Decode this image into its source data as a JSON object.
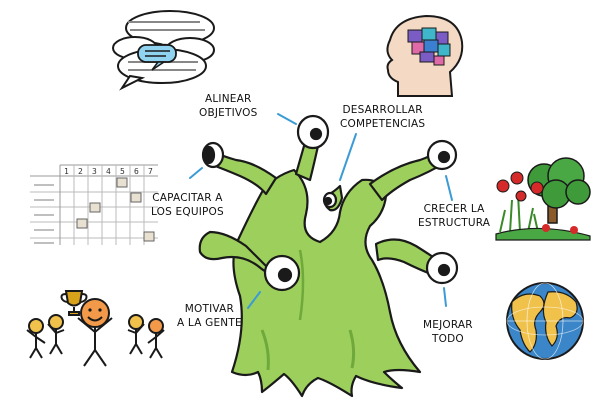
{
  "labels": {
    "align": {
      "line1": "ALINEAR",
      "line2": "OBJETIVOS"
    },
    "develop": {
      "line1": "DESARROLLAR",
      "line2": "COMPETENCIAS"
    },
    "train": {
      "line1": "CAPACITAR A",
      "line2": "LOS EQUIPOS"
    },
    "grow": {
      "line1": "CRECER LA",
      "line2": "ESTRUCTURA"
    },
    "motivate": {
      "line1": "MOTIVAR",
      "line2": "A LA GENTE"
    },
    "improve": {
      "line1": "MEJORAR",
      "line2": "TODO"
    }
  },
  "schedule": {
    "columns": [
      "1",
      "2",
      "3",
      "4",
      "5",
      "6",
      "7"
    ]
  },
  "colors": {
    "tree": "#9ccf5b",
    "tree_dark": "#6fa83b",
    "outline": "#1a1a1a",
    "leader": "#3a9bd5",
    "puzzle": [
      "#7b5cc4",
      "#3fb6c9",
      "#e06aa8",
      "#3a7fd0"
    ],
    "trophy": "#d9a21b",
    "face": "#f29a4a",
    "ocean": "#3a86c8",
    "land": "#f0c14b"
  },
  "icons": [
    "speech-bubbles-icon",
    "puzzle-head-icon",
    "schedule-grid-icon",
    "trophy-people-icon",
    "tree-flowers-icon",
    "globe-icon"
  ]
}
